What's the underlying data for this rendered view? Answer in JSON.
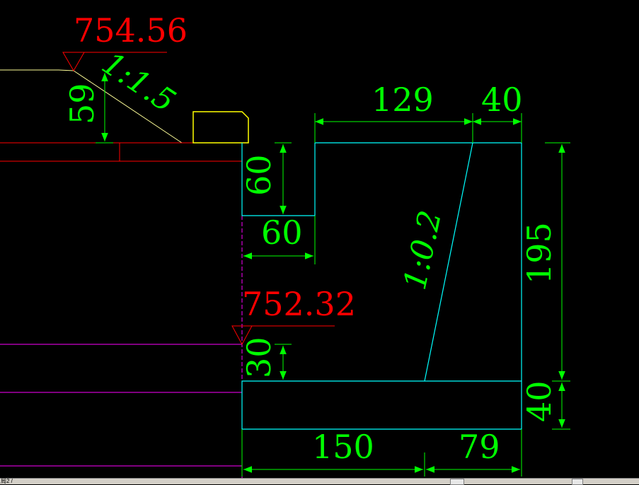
{
  "colors": {
    "background": "#000000",
    "dimension": "#00ff00",
    "elevation": "#ff0000",
    "structure": "#00ffff",
    "ground": "#ff00ff",
    "edge": "#ffff00",
    "grade": "#ffff99"
  },
  "elevations": {
    "top": "754.56",
    "bottom": "752.32"
  },
  "slopes": {
    "embankment": "1:1.5",
    "wall_face": "1:0.2"
  },
  "dimensions": {
    "slope_height": "59",
    "top_width": "129",
    "top_right": "40",
    "step_height": "60",
    "step_width": "60",
    "wall_height": "195",
    "toe_height": "30",
    "base_height": "40",
    "base_left": "150",
    "base_right": "79"
  },
  "status_bar": {
    "tab_label": "局2 /"
  }
}
